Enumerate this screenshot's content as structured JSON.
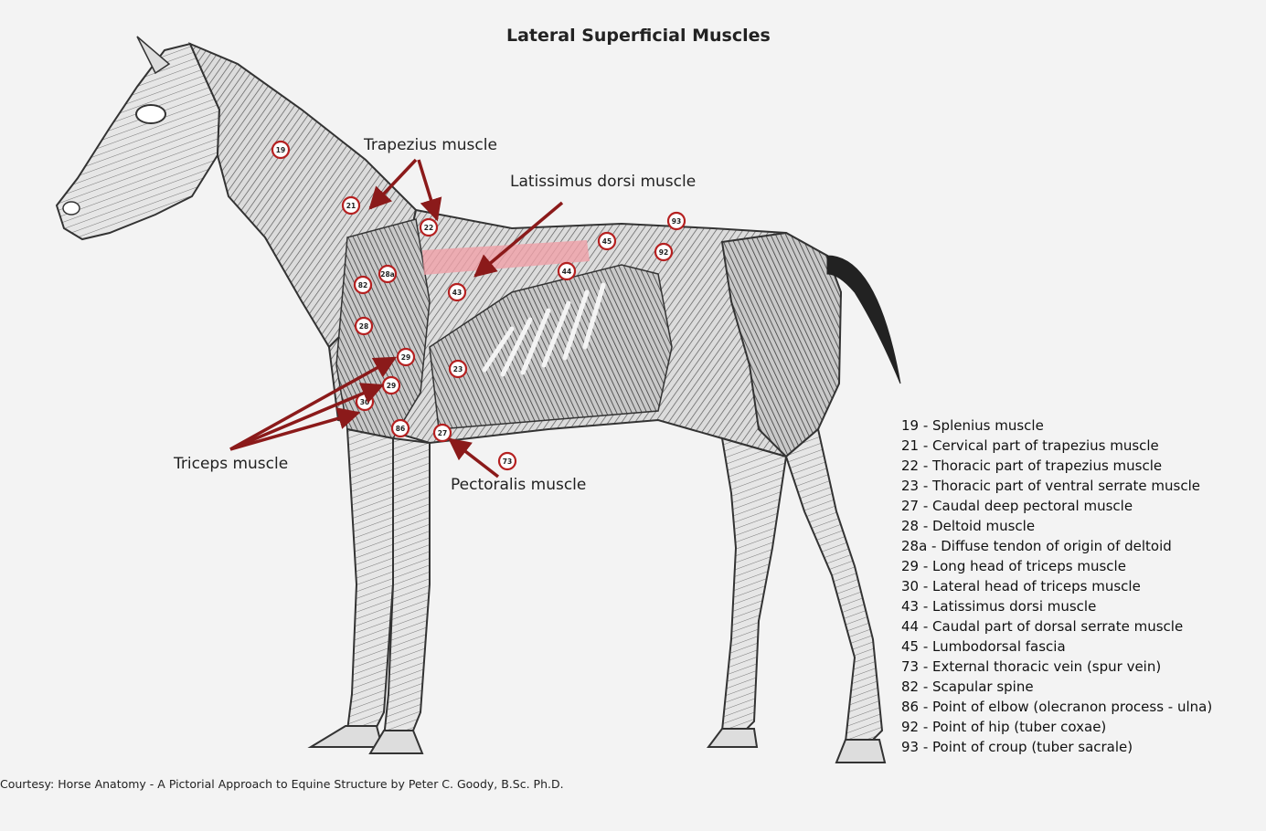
{
  "title": "Lateral Superficial Muscles",
  "callouts": {
    "trapezius": "Trapezius muscle",
    "latissimus": "Latissimus dorsi muscle",
    "triceps": "Triceps muscle",
    "pectoralis": "Pectoralis muscle"
  },
  "markers": [
    "19",
    "21",
    "22",
    "28a",
    "82",
    "43",
    "45",
    "93",
    "92",
    "44",
    "28",
    "29",
    "29",
    "30",
    "23",
    "86",
    "27",
    "73"
  ],
  "legend": [
    "19 - Splenius muscle",
    "21 - Cervical part of trapezius muscle",
    "22 - Thoracic part of trapezius muscle",
    "23 - Thoracic part of ventral serrate muscle",
    "27 - Caudal deep pectoral muscle",
    "28 - Deltoid muscle",
    "28a - Diffuse tendon of origin of deltoid",
    "29 - Long head of triceps muscle",
    "30 - Lateral head of triceps muscle",
    "43 - Latissimus dorsi muscle",
    "44 - Caudal part of dorsal serrate muscle",
    "45 - Lumbodorsal fascia",
    "73 - External thoracic vein (spur vein)",
    "82 - Scapular spine",
    "86 - Point of elbow (olecranon process - ulna)",
    "92 - Point of hip (tuber coxae)",
    "93 - Point of croup (tuber sacrale)"
  ],
  "credit": "Courtesy: Horse Anatomy - A Pictorial Approach to Equine Structure  by Peter C. Goody, B.Sc. Ph.D.",
  "colors": {
    "marker": "#b52020",
    "highlight": "#f0a0a8",
    "arrow": "#8b1a1a"
  }
}
